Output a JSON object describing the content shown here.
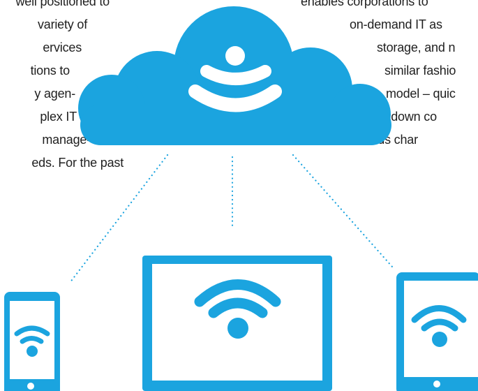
{
  "left_column": {
    "lines": [
      "well positioned to",
      "variety of",
      "ervices",
      "tions to",
      "y agen-",
      "plex IT",
      "manage-",
      "eds. For the past"
    ]
  },
  "right_column": {
    "lines": [
      "enables corporations to",
      "on-demand IT as",
      "storage, and n",
      "similar fashio",
      "model – quic",
      "and down co",
      "es as needs char"
    ]
  },
  "illustration": {
    "accent_color": "#1ba4df",
    "connector_style": "dotted",
    "cloud_icon": "cloud-wifi-icon",
    "devices": [
      "smartphone-icon",
      "desktop-monitor-icon",
      "tablet-icon"
    ],
    "device_signal_icon": "wifi-icon"
  }
}
